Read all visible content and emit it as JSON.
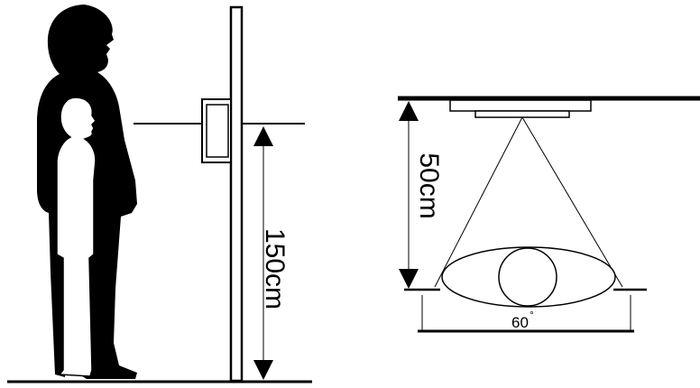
{
  "left_panel": {
    "height_label": "150cm"
  },
  "right_panel": {
    "distance_label": "50cm",
    "angle_label": "60",
    "degree_symbol": "°"
  },
  "colors": {
    "ink": "#000000",
    "background": "#ffffff"
  }
}
